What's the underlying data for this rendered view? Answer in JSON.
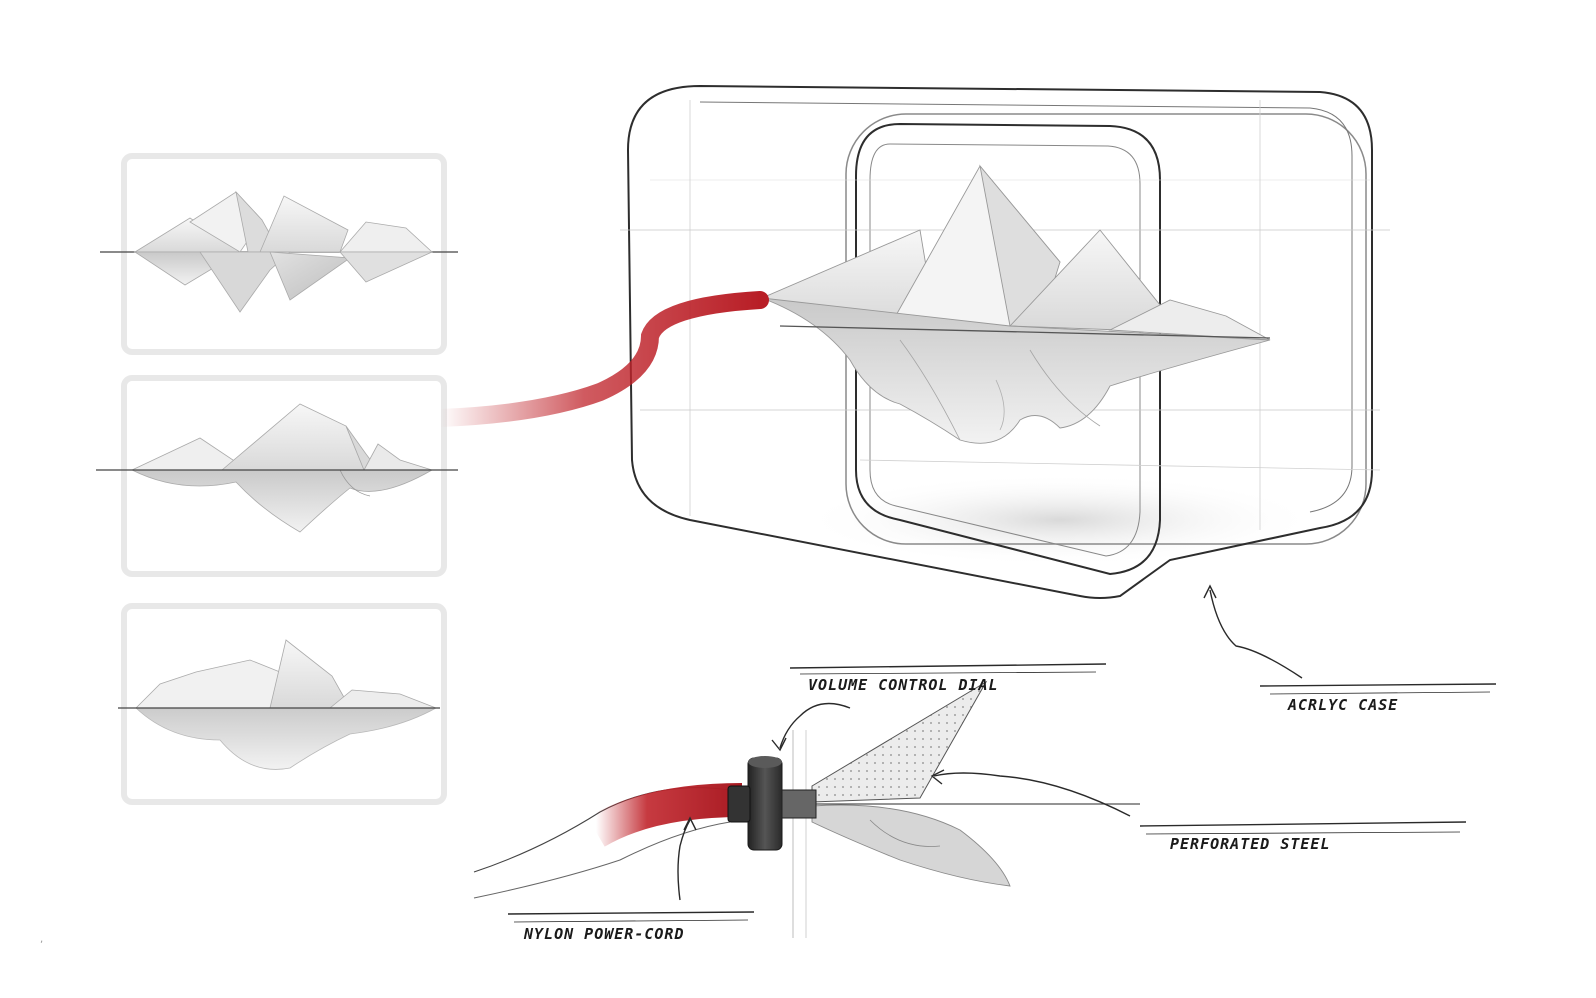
{
  "colors": {
    "cord_red": "#c0242b",
    "line_dark": "#2a2a2a",
    "line_light": "#9a9a9a",
    "shape_fill": "#ececec",
    "panel_border": "#e6e6e6",
    "dial_dark": "#3c3c3c"
  },
  "callouts": {
    "volume_control_dial": "VOLUME CONTROL DIAL",
    "acrylic_case": "ACRLYC CASE",
    "perforated_steel": "PERFORATED STEEL",
    "nylon_power_cord": "NYLON POWER-CORD"
  },
  "variants": [
    {
      "id": "variant-1"
    },
    {
      "id": "variant-2"
    },
    {
      "id": "variant-3"
    }
  ]
}
